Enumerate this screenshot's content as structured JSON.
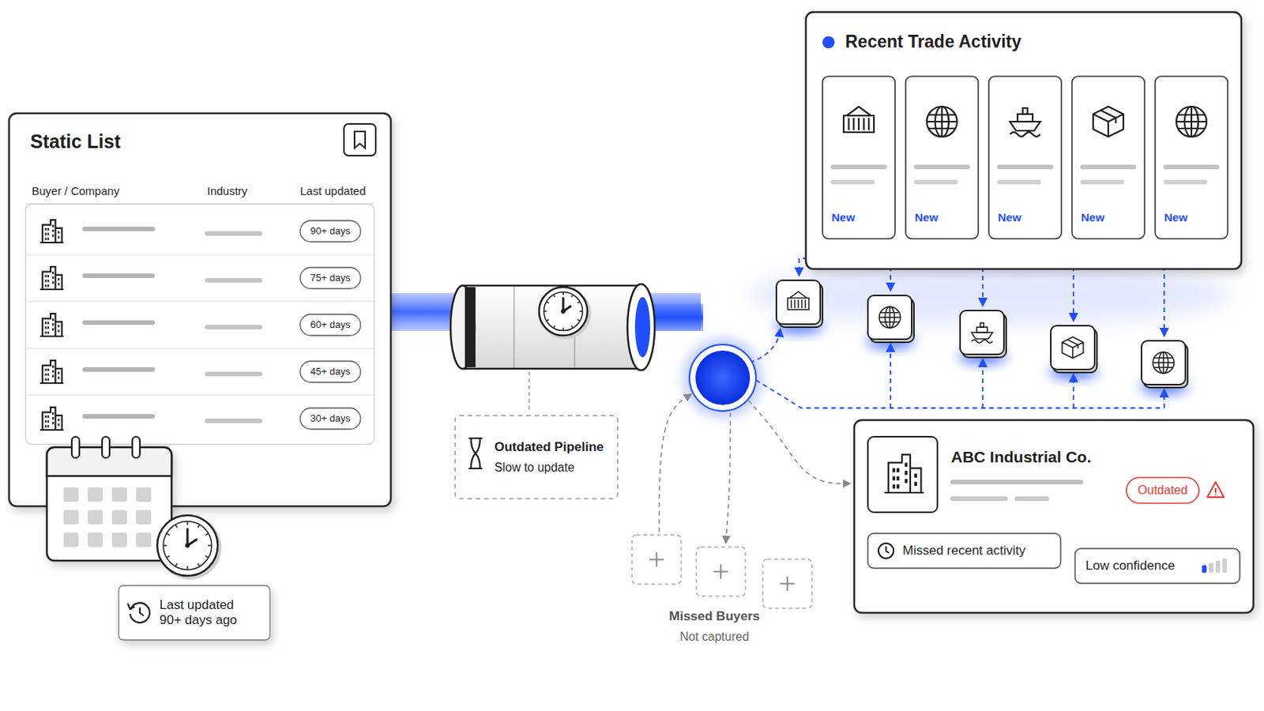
{
  "diagram": {
    "nodes": [
      {
        "text": [
          "Static List",
          "Buyer / Company",
          "Industry",
          "Last updated"
        ]
      },
      {
        "text": [
          "90+ days"
        ],
        "in": 0
      },
      {
        "text": [
          "75+ days"
        ],
        "in": 0
      },
      {
        "text": [
          "60+ days"
        ],
        "in": 0
      },
      {
        "text": [
          "45+ days"
        ],
        "in": 0
      },
      {
        "text": [
          "30+ days"
        ],
        "in": 0
      },
      {
        "text": [
          "Last updated 90+ days ago"
        ]
      },
      {
        "text": [
          "Outdated Pipeline",
          "Slow to update"
        ]
      },
      {
        "text": [
          "Recent Trade Activity"
        ]
      },
      {
        "text": [
          "New"
        ],
        "in": 8
      },
      {
        "text": [
          "New"
        ],
        "in": 8
      },
      {
        "text": [
          "New"
        ],
        "in": 8
      },
      {
        "text": [
          "New"
        ],
        "in": 8
      },
      {
        "text": [
          "New"
        ],
        "in": 8
      },
      {
        "text": [
          "ABC Industrial Co."
        ]
      },
      {
        "text": [
          "Outdated"
        ],
        "in": 14
      },
      {
        "text": [
          "Missed recent activity"
        ],
        "in": 14
      },
      {
        "text": [
          "Low confidence"
        ],
        "in": 14
      }
    ],
    "labels": [
      "Missed Buyers",
      "Not captured"
    ]
  }
}
